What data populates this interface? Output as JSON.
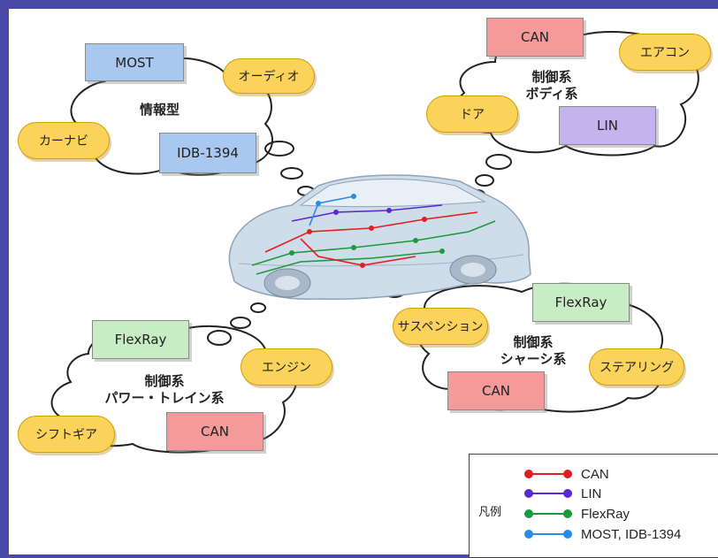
{
  "clusters": {
    "info": {
      "title": "情報型",
      "most": "MOST",
      "idb": "IDB-1394",
      "audio": "オーディオ",
      "navi": "カーナビ"
    },
    "body": {
      "title_line1": "制御系",
      "title_line2": "ボディ系",
      "can": "CAN",
      "lin": "LIN",
      "aircon": "エアコン",
      "door": "ドア"
    },
    "powertrain": {
      "title_line1": "制御系",
      "title_line2": "パワー・トレイン系",
      "flexray": "FlexRay",
      "can": "CAN",
      "engine": "エンジン",
      "shift": "シフトギア"
    },
    "chassis": {
      "title_line1": "制御系",
      "title_line2": "シャーシ系",
      "flexray": "FlexRay",
      "can": "CAN",
      "suspension": "サスペンション",
      "steering": "ステアリング"
    }
  },
  "legend": {
    "title": "凡例",
    "items": [
      {
        "label": "CAN",
        "color": "#e02020"
      },
      {
        "label": "LIN",
        "color": "#5a2ad0"
      },
      {
        "label": "FlexRay",
        "color": "#1a9a3a"
      },
      {
        "label": "MOST, IDB-1394",
        "color": "#2a8ae8"
      }
    ]
  },
  "colors": {
    "frame": "#4b49a8",
    "network_box_blue": "#a8c8ef",
    "network_box_red": "#f49a9a",
    "network_box_green": "#c8ecc4",
    "network_box_purple": "#c4b4ee",
    "device_pill": "#fbd35a"
  }
}
